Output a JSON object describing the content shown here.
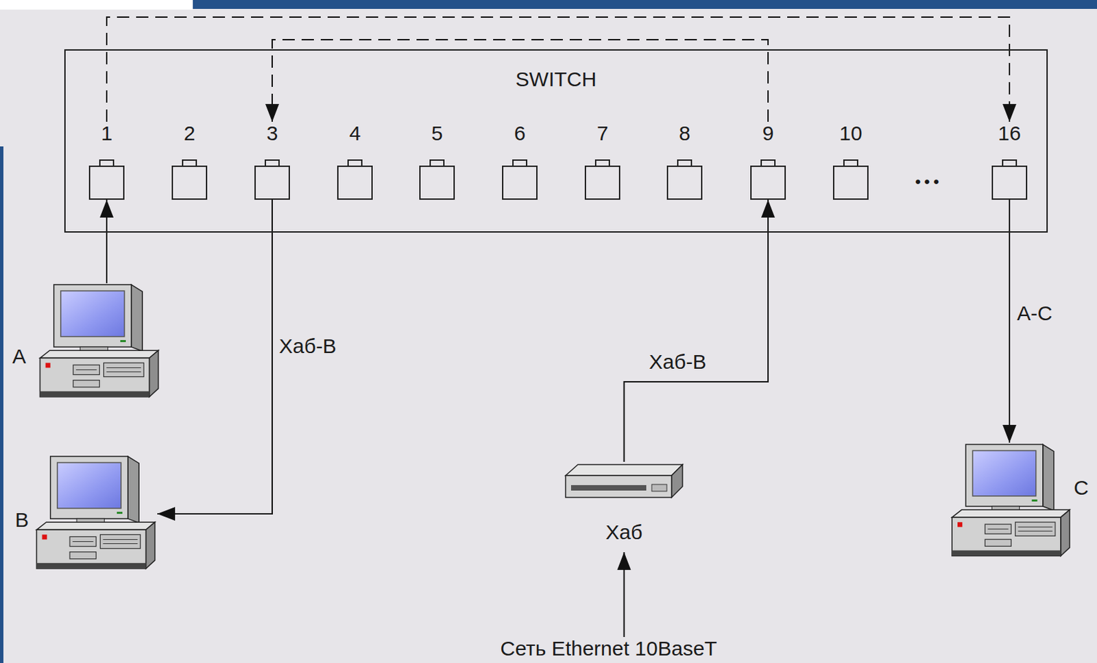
{
  "diagram": {
    "nodes": [
      {
        "text": [
          "SWITCH"
        ]
      },
      {
        "text": [
          "1"
        ],
        "in": 0
      },
      {
        "text": [
          "2"
        ],
        "in": 0
      },
      {
        "text": [
          "3"
        ],
        "in": 0
      },
      {
        "text": [
          "4"
        ],
        "in": 0
      },
      {
        "text": [
          "5"
        ],
        "in": 0
      },
      {
        "text": [
          "6"
        ],
        "in": 0
      },
      {
        "text": [
          "7"
        ],
        "in": 0
      },
      {
        "text": [
          "8"
        ],
        "in": 0
      },
      {
        "text": [
          "9"
        ],
        "in": 0
      },
      {
        "text": [
          "10"
        ],
        "in": 0
      },
      {
        "text": [
          "16"
        ],
        "in": 0
      },
      {
        "text": [
          "A"
        ]
      },
      {
        "text": [
          "B"
        ]
      },
      {
        "text": [
          "Хаб"
        ]
      },
      {
        "text": [
          "C"
        ]
      },
      {
        "text": [
          "Сеть Ethernet 10BaseT"
        ]
      }
    ],
    "edges": [
      {
        "from": 12,
        "to": 1,
        "arrow": "to"
      },
      {
        "from": 3,
        "to": 13,
        "label": "Хаб-В",
        "arrow": "to"
      },
      {
        "from": 14,
        "to": 9,
        "label": "Хаб-В",
        "arrow": "to"
      },
      {
        "from": 11,
        "to": 15,
        "label": "A-C",
        "arrow": "to"
      },
      {
        "from": 16,
        "to": 14,
        "arrow": "to"
      },
      {
        "from": 1,
        "to": 11,
        "arrow": "to"
      },
      {
        "from": 9,
        "to": 3,
        "arrow": "to"
      }
    ],
    "labels": [
      "•••"
    ]
  }
}
